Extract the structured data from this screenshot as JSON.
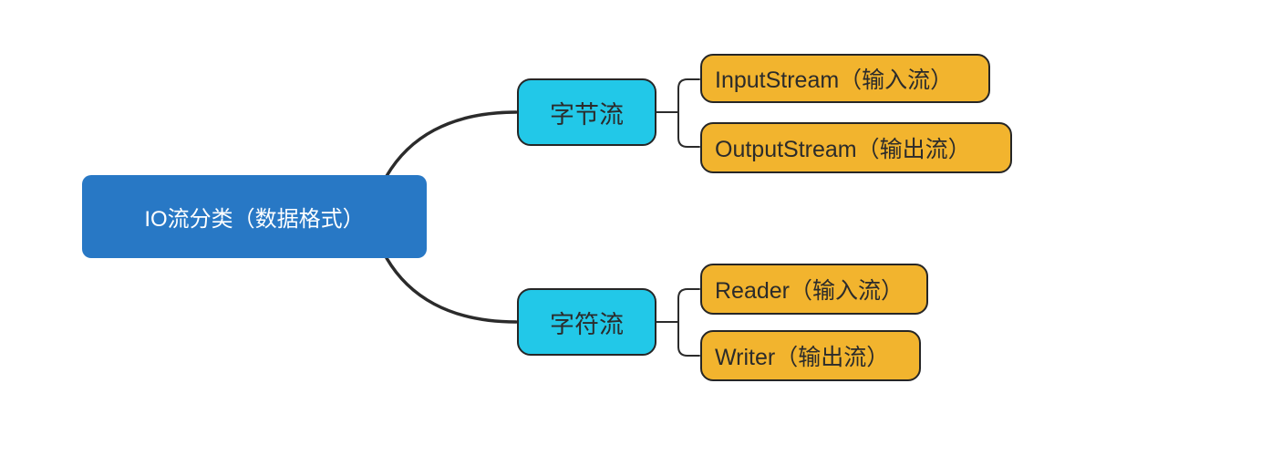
{
  "diagram": {
    "title": "IO stream classification mind map",
    "root": {
      "label": "IO流分类（数据格式）"
    },
    "branches": [
      {
        "label": "字节流",
        "children": [
          {
            "label": "InputStream（输入流）"
          },
          {
            "label": "OutputStream（输出流）"
          }
        ]
      },
      {
        "label": "字符流",
        "children": [
          {
            "label": "Reader（输入流）"
          },
          {
            "label": "Writer（输出流）"
          }
        ]
      }
    ],
    "colors": {
      "root_fill": "#2878C5",
      "root_text": "#FFFFFF",
      "branch_fill": "#22C8E8",
      "leaf_fill": "#F2B42E",
      "node_border": "#262626",
      "connector": "#2B2B2B",
      "node_text": "#2B2B2B",
      "background": "#FFFFFF"
    }
  }
}
